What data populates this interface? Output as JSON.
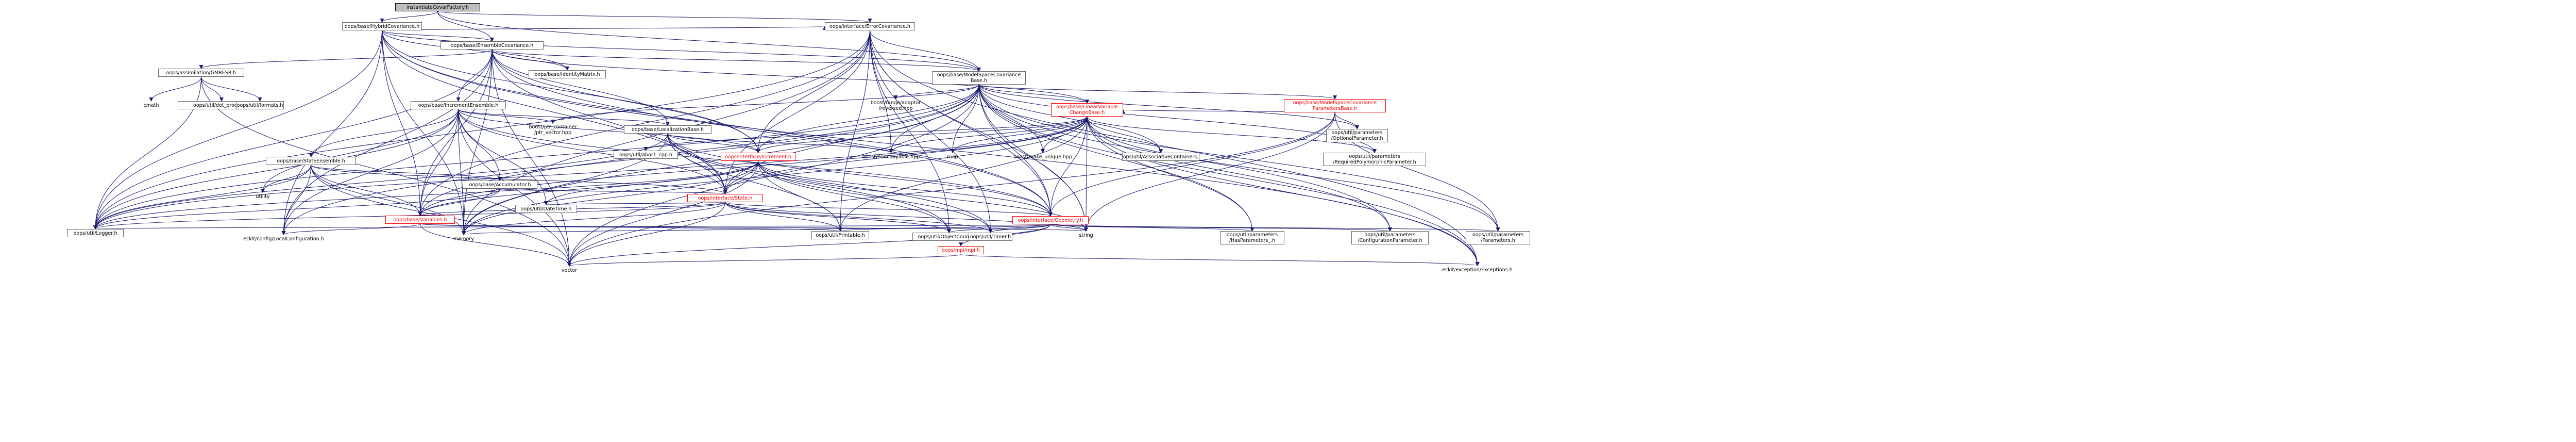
{
  "colors": {
    "edge": "#191970",
    "node_border": "#666666",
    "root_fill": "#bfbfbf",
    "incomplete_border": "#ff0000"
  },
  "nodes": [
    {
      "id": "n0",
      "label": "instantiateCovarFactory.h",
      "kind": "root"
    },
    {
      "id": "n1",
      "label": "oops/base/HybridCovariance.h",
      "kind": "normal"
    },
    {
      "id": "n2",
      "label": "oops/base/EnsembleCovariance.h",
      "kind": "normal"
    },
    {
      "id": "n3",
      "label": "oops/interface/ErrorCovariance.h",
      "kind": "normal"
    },
    {
      "id": "n4",
      "label": "oops/assimilation/GMRESR.h",
      "kind": "normal"
    },
    {
      "id": "n5",
      "label": "oops/base/IdentityMatrix.h",
      "kind": "normal"
    },
    {
      "id": "n6",
      "label": "oops/base/ModelSpaceCovariance\nBase.h",
      "kind": "normal"
    },
    {
      "id": "n7",
      "label": "cmath",
      "kind": "plain"
    },
    {
      "id": "n8",
      "label": "oops/util/dot_product.h",
      "kind": "normal"
    },
    {
      "id": "n9",
      "label": "oops/util/formats.h",
      "kind": "normal"
    },
    {
      "id": "n10",
      "label": "oops/base/IncrementEnsemble.h",
      "kind": "normal"
    },
    {
      "id": "n11",
      "label": "boost/range/adaptor\n/reversed.hpp",
      "kind": "plain"
    },
    {
      "id": "n12",
      "label": "oops/base/ModelSpaceCovariance\nParametersBase.h",
      "kind": "red"
    },
    {
      "id": "n13",
      "label": "oops/base/LinearVariable\nChangeBase.h",
      "kind": "red"
    },
    {
      "id": "n14",
      "label": "boost/ptr_container\n/ptr_vector.hpp",
      "kind": "plain"
    },
    {
      "id": "n15",
      "label": "oops/base/LocalizationBase.h",
      "kind": "normal"
    },
    {
      "id": "n16",
      "label": "oops/util/parameters\n/OptionalParameter.h",
      "kind": "normal"
    },
    {
      "id": "n17",
      "label": "oops/base/StateEnsemble.h",
      "kind": "normal"
    },
    {
      "id": "n18",
      "label": "oops/util/abor1_cpp.h",
      "kind": "normal"
    },
    {
      "id": "n19",
      "label": "oops/interface/Increment.h",
      "kind": "red"
    },
    {
      "id": "n20",
      "label": "boost/noncopyable.hpp",
      "kind": "plain"
    },
    {
      "id": "n21",
      "label": "map",
      "kind": "plain"
    },
    {
      "id": "n22",
      "label": "boost/make_unique.hpp",
      "kind": "plain"
    },
    {
      "id": "n23",
      "label": "oops/util/AssociativeContainers.h",
      "kind": "normal"
    },
    {
      "id": "n24",
      "label": "oops/util/parameters\n/RequiredPolymorphicParameter.h",
      "kind": "normal"
    },
    {
      "id": "n25",
      "label": "utility",
      "kind": "plain"
    },
    {
      "id": "n26",
      "label": "oops/base/Accumulator.h",
      "kind": "normal"
    },
    {
      "id": "n27",
      "label": "oops/interface/State.h",
      "kind": "red"
    },
    {
      "id": "n28",
      "label": "oops/util/DateTime.h",
      "kind": "normal"
    },
    {
      "id": "n29",
      "label": "oops/base/Variables.h",
      "kind": "red"
    },
    {
      "id": "n30",
      "label": "oops/interface/Geometry.h",
      "kind": "red"
    },
    {
      "id": "n31",
      "label": "oops/util/Logger.h",
      "kind": "normal"
    },
    {
      "id": "n32",
      "label": "eckit/config/LocalConfiguration.h",
      "kind": "plain"
    },
    {
      "id": "n33",
      "label": "memory",
      "kind": "plain"
    },
    {
      "id": "n34",
      "label": "oops/util/Printable.h",
      "kind": "normal"
    },
    {
      "id": "n35",
      "label": "oops/util/ObjectCounter.h",
      "kind": "normal"
    },
    {
      "id": "n36",
      "label": "oops/util/Timer.h",
      "kind": "normal"
    },
    {
      "id": "n37",
      "label": "string",
      "kind": "plain"
    },
    {
      "id": "n38",
      "label": "oops/util/parameters\n/HasParameters_.h",
      "kind": "normal"
    },
    {
      "id": "n39",
      "label": "oops/util/parameters\n/ConfigurationParameter.h",
      "kind": "normal"
    },
    {
      "id": "n40",
      "label": "oops/util/parameters\n/Parameters.h",
      "kind": "normal"
    },
    {
      "id": "n41",
      "label": "oops/mpi/mpi.h",
      "kind": "red"
    },
    {
      "id": "n42",
      "label": "vector",
      "kind": "plain"
    },
    {
      "id": "n43",
      "label": "eckit/exception/Exceptions.h",
      "kind": "plain"
    }
  ],
  "edges": [
    [
      "n0",
      "n1"
    ],
    [
      "n0",
      "n2"
    ],
    [
      "n0",
      "n3"
    ],
    [
      "n0",
      "n6"
    ],
    [
      "n1",
      "n2"
    ],
    [
      "n1",
      "n3"
    ],
    [
      "n1",
      "n5"
    ],
    [
      "n1",
      "n6"
    ],
    [
      "n1",
      "n19"
    ],
    [
      "n1",
      "n29"
    ],
    [
      "n1",
      "n31"
    ],
    [
      "n1",
      "n32"
    ],
    [
      "n1",
      "n33"
    ],
    [
      "n1",
      "n43"
    ],
    [
      "n1",
      "n27"
    ],
    [
      "n1",
      "n30"
    ],
    [
      "n2",
      "n4"
    ],
    [
      "n2",
      "n5"
    ],
    [
      "n2",
      "n6"
    ],
    [
      "n2",
      "n10"
    ],
    [
      "n2",
      "n15"
    ],
    [
      "n2",
      "n19"
    ],
    [
      "n2",
      "n27"
    ],
    [
      "n2",
      "n29"
    ],
    [
      "n2",
      "n30"
    ],
    [
      "n2",
      "n31"
    ],
    [
      "n2",
      "n32"
    ],
    [
      "n2",
      "n33"
    ],
    [
      "n2",
      "n42"
    ],
    [
      "n2",
      "n13"
    ],
    [
      "n3",
      "n6"
    ],
    [
      "n3",
      "n19"
    ],
    [
      "n3",
      "n27"
    ],
    [
      "n3",
      "n29"
    ],
    [
      "n3",
      "n30"
    ],
    [
      "n3",
      "n31"
    ],
    [
      "n3",
      "n33"
    ],
    [
      "n3",
      "n34"
    ],
    [
      "n3",
      "n35"
    ],
    [
      "n3",
      "n36"
    ],
    [
      "n3",
      "n37"
    ],
    [
      "n3",
      "n43"
    ],
    [
      "n3",
      "n20"
    ],
    [
      "n4",
      "n7"
    ],
    [
      "n4",
      "n8"
    ],
    [
      "n4",
      "n9"
    ],
    [
      "n4",
      "n31"
    ],
    [
      "n4",
      "n42"
    ],
    [
      "n6",
      "n11"
    ],
    [
      "n6",
      "n12"
    ],
    [
      "n6",
      "n13"
    ],
    [
      "n6",
      "n14"
    ],
    [
      "n6",
      "n16"
    ],
    [
      "n6",
      "n19"
    ],
    [
      "n6",
      "n20"
    ],
    [
      "n6",
      "n21"
    ],
    [
      "n6",
      "n22"
    ],
    [
      "n6",
      "n23"
    ],
    [
      "n6",
      "n24"
    ],
    [
      "n6",
      "n27"
    ],
    [
      "n6",
      "n29"
    ],
    [
      "n6",
      "n30"
    ],
    [
      "n6",
      "n31"
    ],
    [
      "n6",
      "n32"
    ],
    [
      "n6",
      "n33"
    ],
    [
      "n6",
      "n37"
    ],
    [
      "n6",
      "n38"
    ],
    [
      "n6",
      "n39"
    ],
    [
      "n6",
      "n40"
    ],
    [
      "n6",
      "n42"
    ],
    [
      "n6",
      "n43"
    ],
    [
      "n10",
      "n14"
    ],
    [
      "n10",
      "n15"
    ],
    [
      "n10",
      "n17"
    ],
    [
      "n10",
      "n19"
    ],
    [
      "n10",
      "n25"
    ],
    [
      "n10",
      "n26"
    ],
    [
      "n10",
      "n27"
    ],
    [
      "n10",
      "n28"
    ],
    [
      "n10",
      "n29"
    ],
    [
      "n10",
      "n30"
    ],
    [
      "n10",
      "n31"
    ],
    [
      "n10",
      "n32"
    ],
    [
      "n10",
      "n33"
    ],
    [
      "n10",
      "n42"
    ],
    [
      "n12",
      "n13"
    ],
    [
      "n12",
      "n16"
    ],
    [
      "n12",
      "n30"
    ],
    [
      "n12",
      "n37"
    ],
    [
      "n12",
      "n40"
    ],
    [
      "n12",
      "n42"
    ],
    [
      "n13",
      "n18"
    ],
    [
      "n13",
      "n19"
    ],
    [
      "n13",
      "n20"
    ],
    [
      "n13",
      "n21"
    ],
    [
      "n13",
      "n22"
    ],
    [
      "n13",
      "n23"
    ],
    [
      "n13",
      "n24"
    ],
    [
      "n13",
      "n27"
    ],
    [
      "n13",
      "n29"
    ],
    [
      "n13",
      "n30"
    ],
    [
      "n13",
      "n31"
    ],
    [
      "n13",
      "n33"
    ],
    [
      "n13",
      "n34"
    ],
    [
      "n13",
      "n37"
    ],
    [
      "n13",
      "n38"
    ],
    [
      "n13",
      "n39"
    ],
    [
      "n13",
      "n40"
    ],
    [
      "n13",
      "n43"
    ],
    [
      "n15",
      "n19"
    ],
    [
      "n15",
      "n20"
    ],
    [
      "n15",
      "n27"
    ],
    [
      "n15",
      "n30"
    ],
    [
      "n15",
      "n31"
    ],
    [
      "n15",
      "n33"
    ],
    [
      "n15",
      "n34"
    ],
    [
      "n15",
      "n35"
    ],
    [
      "n15",
      "n36"
    ],
    [
      "n17",
      "n25"
    ],
    [
      "n17",
      "n26"
    ],
    [
      "n17",
      "n27"
    ],
    [
      "n17",
      "n29"
    ],
    [
      "n17",
      "n31"
    ],
    [
      "n17",
      "n32"
    ],
    [
      "n17",
      "n33"
    ],
    [
      "n17",
      "n42"
    ],
    [
      "n19",
      "n27"
    ],
    [
      "n19",
      "n28"
    ],
    [
      "n19",
      "n29"
    ],
    [
      "n19",
      "n30"
    ],
    [
      "n19",
      "n31"
    ],
    [
      "n19",
      "n33"
    ],
    [
      "n19",
      "n34"
    ],
    [
      "n19",
      "n35"
    ],
    [
      "n19",
      "n36"
    ],
    [
      "n19",
      "n37"
    ],
    [
      "n19",
      "n42"
    ],
    [
      "n26",
      "n27"
    ],
    [
      "n26",
      "n29"
    ],
    [
      "n26",
      "n31"
    ],
    [
      "n27",
      "n28"
    ],
    [
      "n27",
      "n29"
    ],
    [
      "n27",
      "n30"
    ],
    [
      "n27",
      "n31"
    ],
    [
      "n27",
      "n33"
    ],
    [
      "n27",
      "n34"
    ],
    [
      "n27",
      "n35"
    ],
    [
      "n27",
      "n36"
    ],
    [
      "n27",
      "n37"
    ],
    [
      "n27",
      "n42"
    ],
    [
      "n29",
      "n32"
    ],
    [
      "n29",
      "n34"
    ],
    [
      "n29",
      "n37"
    ],
    [
      "n29",
      "n42"
    ],
    [
      "n30",
      "n31"
    ],
    [
      "n30",
      "n33"
    ],
    [
      "n30",
      "n34"
    ],
    [
      "n30",
      "n35"
    ],
    [
      "n30",
      "n36"
    ],
    [
      "n30",
      "n37"
    ],
    [
      "n30",
      "n38"
    ],
    [
      "n30",
      "n39"
    ],
    [
      "n30",
      "n40"
    ],
    [
      "n30",
      "n41"
    ],
    [
      "n30",
      "n42"
    ],
    [
      "n41",
      "n42"
    ],
    [
      "n41",
      "n43"
    ]
  ]
}
